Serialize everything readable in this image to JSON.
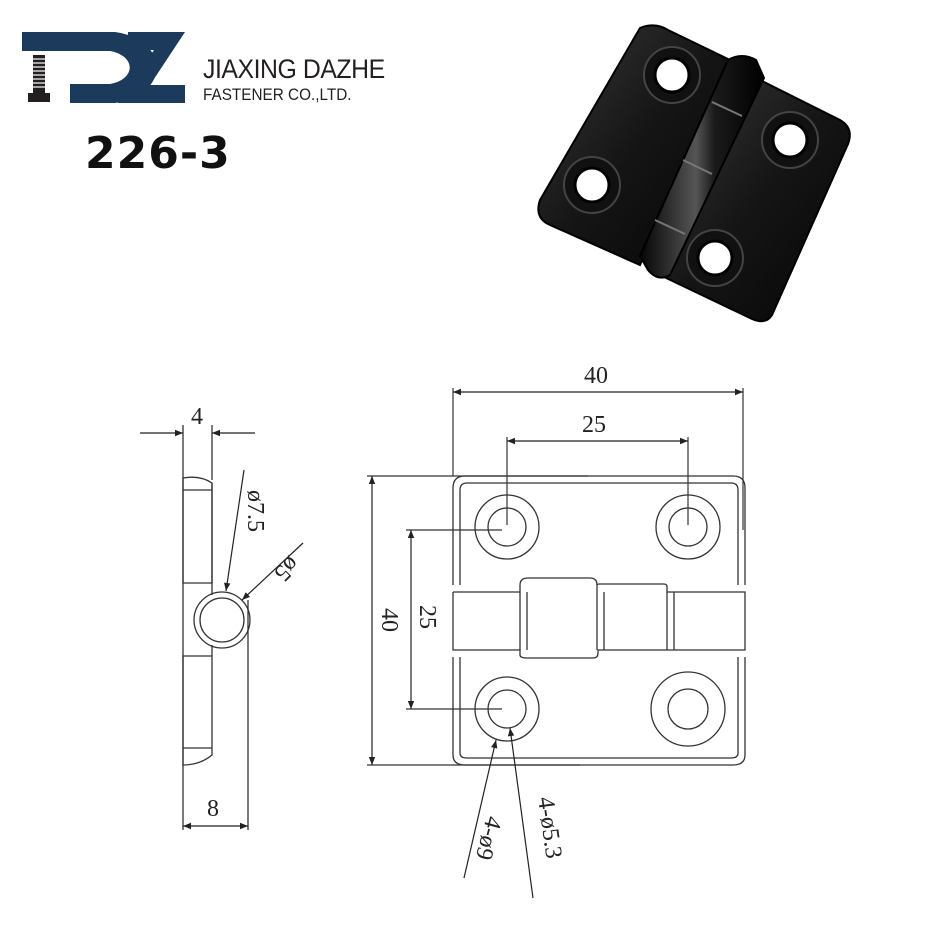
{
  "brand": {
    "logo_letters": "DZ",
    "logo_color": "#1b3a5c",
    "company_line1": "JIAXING DAZHE",
    "company_line2": "FASTENER CO.,LTD.",
    "model_number": "226-3"
  },
  "product_photo": {
    "subject": "black steel butt hinge with 4 countersunk holes"
  },
  "drawing": {
    "side_view": {
      "thickness_dim": "4",
      "knuckle_outer_dim": "ø7.5",
      "knuckle_pin_dim": "ø5",
      "overall_depth_dim": "8"
    },
    "front_view": {
      "overall_width_dim": "40",
      "hole_spacing_horizontal_dim": "25",
      "overall_height_dim": "40",
      "hole_spacing_vertical_dim": "25",
      "counterbore_dim": "4-ø9",
      "hole_dim": "4-ø5.3"
    }
  }
}
